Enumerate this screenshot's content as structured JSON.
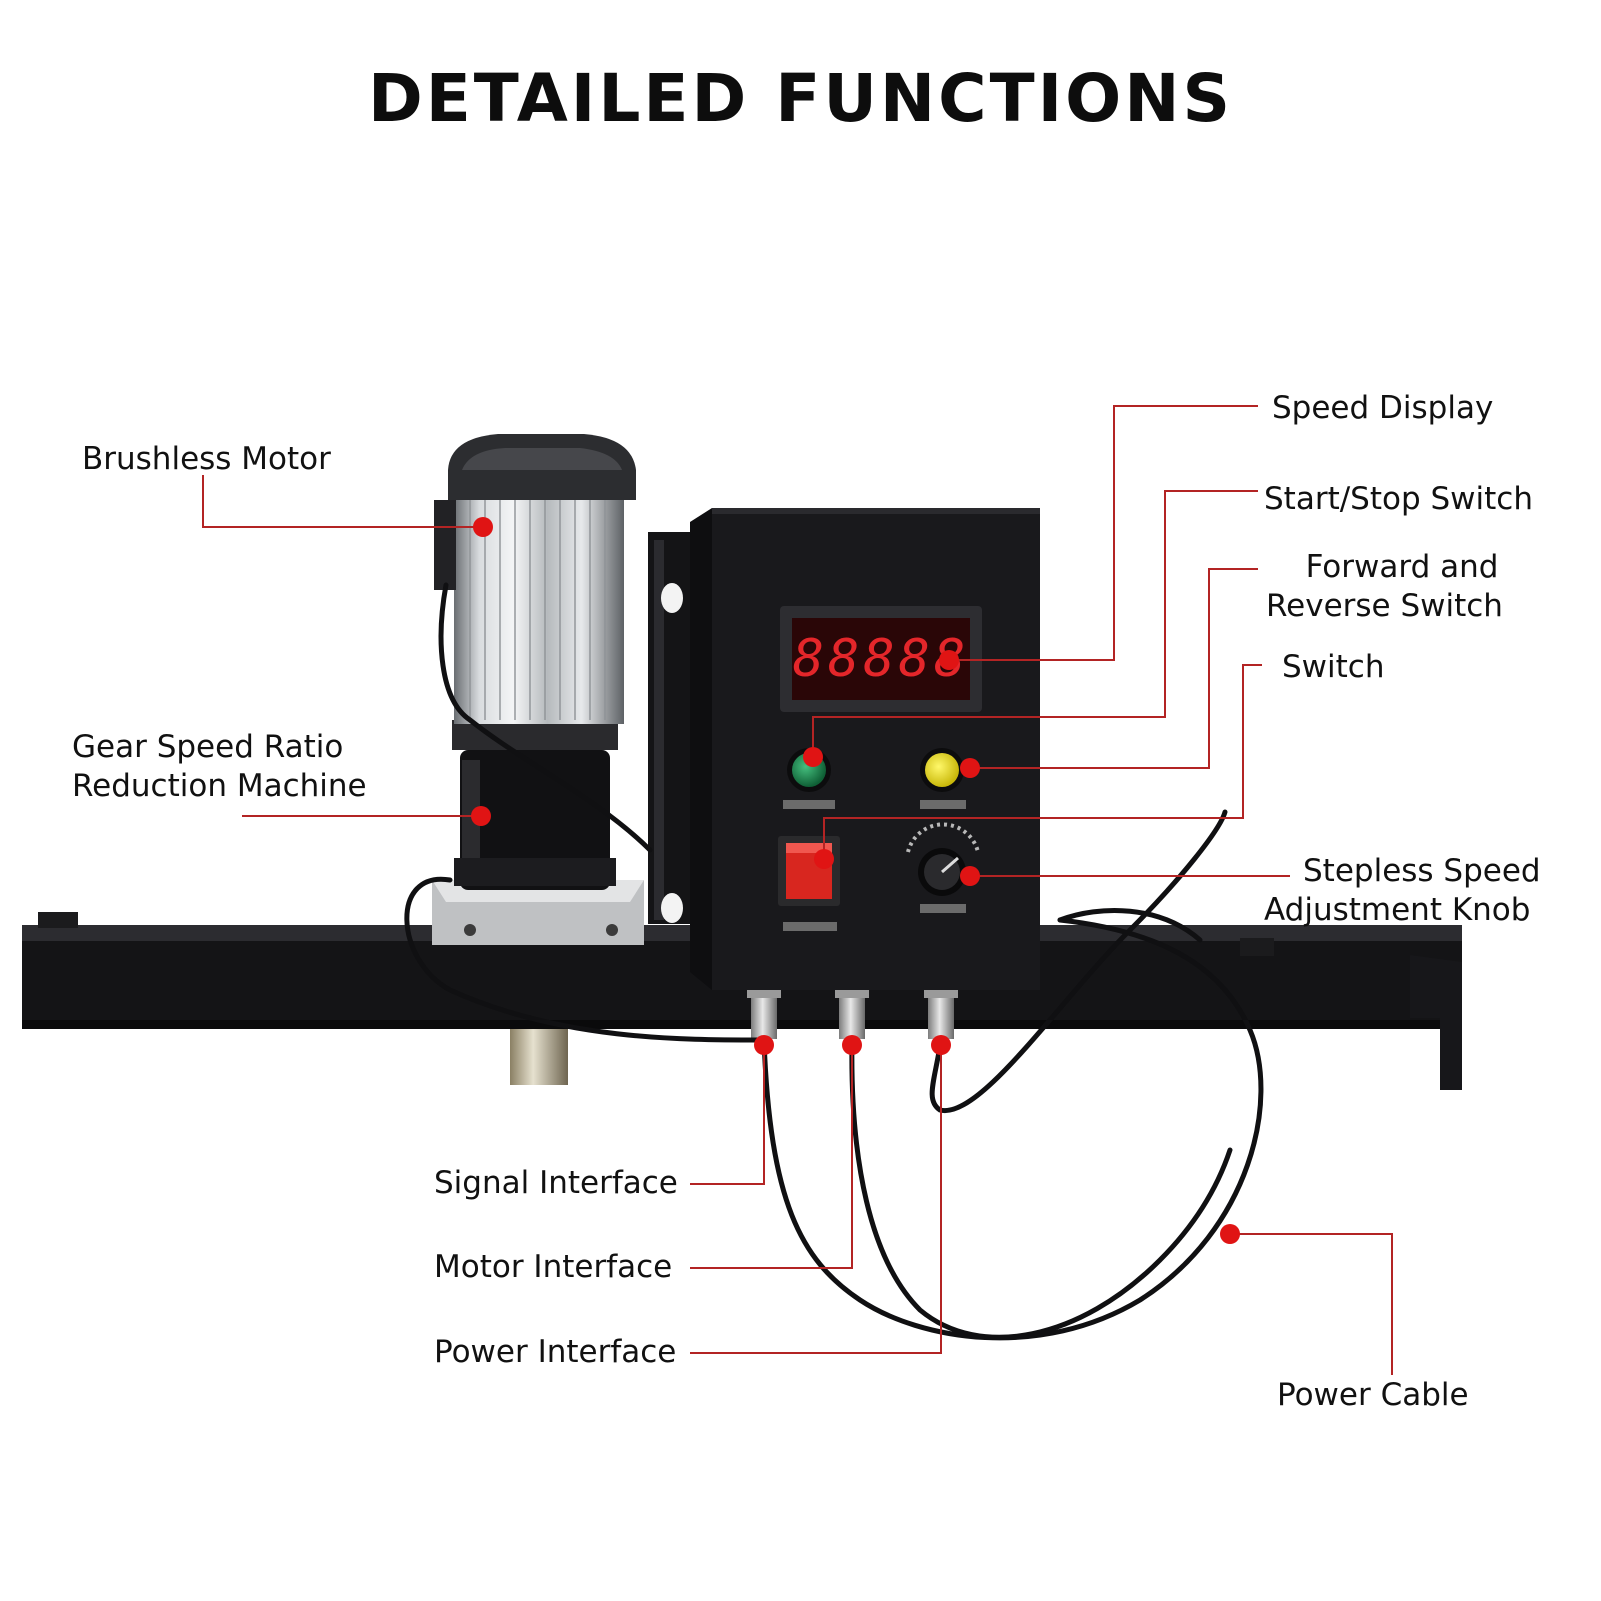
{
  "title": "DETAILED FUNCTIONS",
  "labels": {
    "brushless_motor": "Brushless Motor",
    "gear_ratio_line1": "Gear Speed Ratio",
    "gear_ratio_line2": "Reduction Machine",
    "speed_display": "Speed Display",
    "start_stop": "Start/Stop Switch",
    "fwd_rev_line1": "Forward and",
    "fwd_rev_line2": "Reverse Switch",
    "switch": "Switch",
    "knob_line1": "Stepless Speed",
    "knob_line2": "Adjustment Knob",
    "signal_interface": "Signal Interface",
    "motor_interface": "Motor Interface",
    "power_interface": "Power Interface",
    "power_cable": "Power Cable"
  },
  "display_readout": "88888",
  "colors": {
    "leader": "#b32424",
    "dot": "#e01414",
    "housing": "#1b1b1e",
    "display_digits": "#e4262a",
    "start_button": "#1f9a57",
    "direction_button": "#f2e20f",
    "rocker_switch": "#d8261f"
  }
}
